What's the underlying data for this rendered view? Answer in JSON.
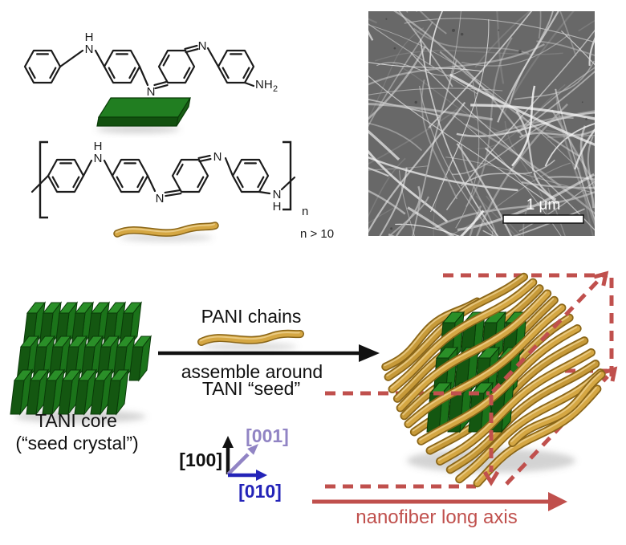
{
  "figure": {
    "molecule_tani": {
      "h_amine": "H",
      "n_amine": "N",
      "n_imine_left": "N",
      "n_imine_right": "N",
      "amine_end": "NH",
      "amine_end_sub": "2"
    },
    "molecule_pani": {
      "h_amine": "H",
      "n_amine": "N",
      "n_imine_left": "N",
      "n_imine_right": "N",
      "n_amine_right": "N",
      "h_amine_right": "H",
      "repeat_subscript": "n",
      "repeat_condition": "n > 10"
    },
    "sem": {
      "scale_label": "1 μm"
    },
    "scheme": {
      "pani_chains_label": "PANI chains",
      "arrow_caption_1": "assemble around",
      "arrow_caption_2": "TANI “seed”",
      "core_caption_1": "TANI core",
      "core_caption_2": "(“seed crystal”)",
      "axis_100": "[100]",
      "axis_001": "[001]",
      "axis_010": "[010]",
      "nanofiber_axis_label": "nanofiber long axis"
    },
    "colors": {
      "green_top": "#2a8f28",
      "green_front": "#145711",
      "green_side": "#1b731a",
      "green_edge": "#093a08",
      "gold_main": "#d5a743",
      "gold_dark": "#8a6619",
      "gold_light": "#ecd08d",
      "dashed_red": "#c0504d",
      "axis_purple": "#9184c4",
      "axis_blue": "#2323b8",
      "ink": "#1b1b1b",
      "sem_bg": "#686868"
    }
  }
}
